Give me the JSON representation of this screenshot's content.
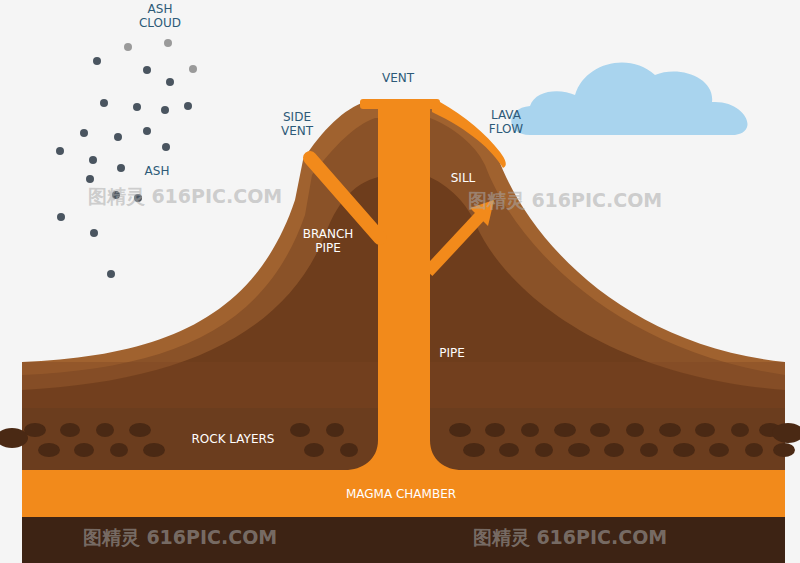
{
  "diagram": {
    "nodes": [
      {
        "text": [
          "ROCK LAYERS"
        ]
      },
      {
        "text": [
          "MAGMA CHAMBER"
        ]
      }
    ],
    "labels": [
      "ASH CLOUD",
      "ASH",
      "SIDE VENT",
      "VENT",
      "LAVA FLOW",
      "SILL",
      "BRANCH PIPE",
      "PIPE",
      "图精灵 616PIC.COM",
      "图精灵 616PIC.COM",
      "图精灵 616PIC.COM",
      "图精灵 616PIC.COM"
    ]
  }
}
